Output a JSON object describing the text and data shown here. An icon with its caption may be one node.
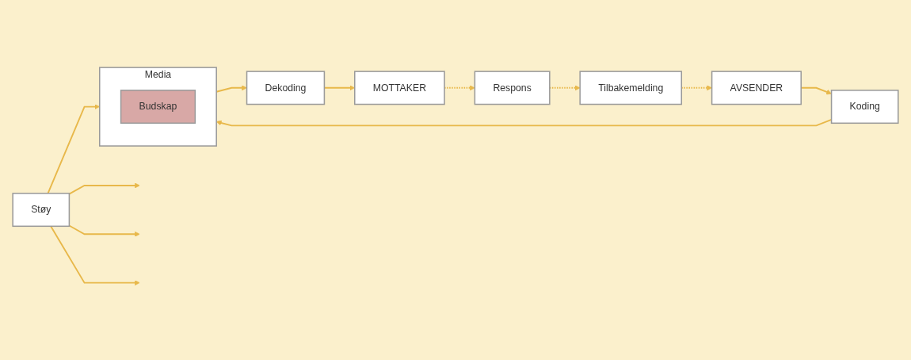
{
  "diagram": {
    "nodes": [
      {
        "text": [
          "AVSENDER"
        ]
      },
      {
        "text": [
          "Koding"
        ]
      },
      {
        "text": [
          "Media"
        ]
      },
      {
        "text": [
          "Budskap"
        ],
        "in": 2
      },
      {
        "text": [
          "Dekoding"
        ]
      },
      {
        "text": [
          "MOTTAKER"
        ]
      },
      {
        "text": [
          "Støy"
        ]
      },
      {
        "text": [
          "Tilbakemelding"
        ]
      },
      {
        "text": [
          "Respons"
        ]
      }
    ],
    "edges": [
      {
        "from": 0,
        "to": 1,
        "arrow": "to"
      },
      {
        "from": 1,
        "to": 2,
        "arrow": "to"
      },
      {
        "from": 2,
        "to": 4,
        "arrow": "to"
      },
      {
        "from": 4,
        "to": 5,
        "arrow": "to"
      },
      {
        "from": 6,
        "to": 2,
        "arrow": "to"
      },
      {
        "from": 6,
        "to": null,
        "arrow": "to"
      },
      {
        "from": 6,
        "to": null,
        "arrow": "to"
      },
      {
        "from": 6,
        "to": null,
        "arrow": "to"
      },
      {
        "from": 5,
        "to": 8,
        "arrow": "to",
        "style": "dashed"
      },
      {
        "from": 8,
        "to": 7,
        "arrow": "to",
        "style": "dashed"
      },
      {
        "from": 7,
        "to": 0,
        "arrow": "to",
        "style": "dashed"
      }
    ]
  }
}
